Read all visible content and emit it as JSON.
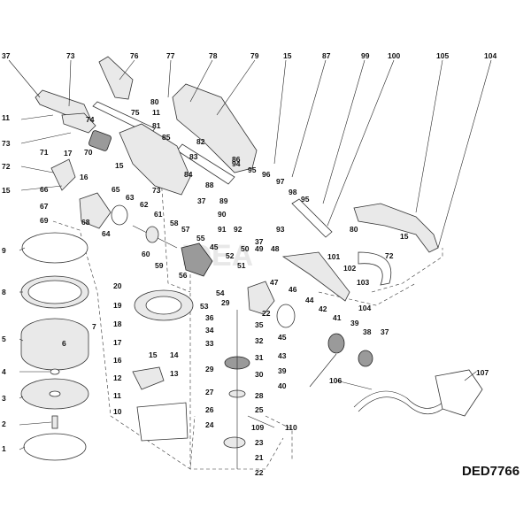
{
  "model_code": "DED7766",
  "watermark": "IDEA",
  "callouts": [
    {
      "id": "c37a",
      "text": "37"
    },
    {
      "id": "c73a",
      "text": "73"
    },
    {
      "id": "c76",
      "text": "76"
    },
    {
      "id": "c77",
      "text": "77"
    },
    {
      "id": "c78",
      "text": "78"
    },
    {
      "id": "c79",
      "text": "79"
    },
    {
      "id": "c15a",
      "text": "15"
    },
    {
      "id": "c87",
      "text": "87"
    },
    {
      "id": "c99",
      "text": "99"
    },
    {
      "id": "c100",
      "text": "100"
    },
    {
      "id": "c105",
      "text": "105"
    },
    {
      "id": "c104a",
      "text": "104"
    },
    {
      "id": "c80a",
      "text": "80"
    },
    {
      "id": "c11a",
      "text": "11"
    },
    {
      "id": "c75",
      "text": "75"
    },
    {
      "id": "c81",
      "text": "81"
    },
    {
      "id": "c11b",
      "text": "11"
    },
    {
      "id": "c74",
      "text": "74"
    },
    {
      "id": "c73b",
      "text": "73"
    },
    {
      "id": "c82",
      "text": "82"
    },
    {
      "id": "c85",
      "text": "85"
    },
    {
      "id": "c83",
      "text": "83"
    },
    {
      "id": "c86",
      "text": "86"
    },
    {
      "id": "c70",
      "text": "70"
    },
    {
      "id": "c71",
      "text": "71"
    },
    {
      "id": "c17a",
      "text": "17"
    },
    {
      "id": "c72a",
      "text": "72"
    },
    {
      "id": "c15b",
      "text": "15"
    },
    {
      "id": "c16a",
      "text": "16"
    },
    {
      "id": "c65",
      "text": "65"
    },
    {
      "id": "c66",
      "text": "66"
    },
    {
      "id": "c15c",
      "text": "15"
    },
    {
      "id": "c73c",
      "text": "73"
    },
    {
      "id": "c84",
      "text": "84"
    },
    {
      "id": "c94",
      "text": "94"
    },
    {
      "id": "c95a",
      "text": "95"
    },
    {
      "id": "c96",
      "text": "96"
    },
    {
      "id": "c97",
      "text": "97"
    },
    {
      "id": "c88",
      "text": "88"
    },
    {
      "id": "c98",
      "text": "98"
    },
    {
      "id": "c95b",
      "text": "95"
    },
    {
      "id": "c63",
      "text": "63"
    },
    {
      "id": "c37b",
      "text": "37"
    },
    {
      "id": "c89",
      "text": "89"
    },
    {
      "id": "c90",
      "text": "90"
    },
    {
      "id": "c67",
      "text": "67"
    },
    {
      "id": "c62",
      "text": "62"
    },
    {
      "id": "c69",
      "text": "69"
    },
    {
      "id": "c61",
      "text": "61"
    },
    {
      "id": "c91",
      "text": "91"
    },
    {
      "id": "c92",
      "text": "92"
    },
    {
      "id": "c93",
      "text": "93"
    },
    {
      "id": "c68",
      "text": "68"
    },
    {
      "id": "c58",
      "text": "58"
    },
    {
      "id": "c80b",
      "text": "80"
    },
    {
      "id": "c15d",
      "text": "15"
    },
    {
      "id": "c64",
      "text": "64"
    },
    {
      "id": "c57",
      "text": "57"
    },
    {
      "id": "c55",
      "text": "55"
    },
    {
      "id": "c45a",
      "text": "45"
    },
    {
      "id": "c37c",
      "text": "37"
    },
    {
      "id": "c9",
      "text": "9"
    },
    {
      "id": "c60",
      "text": "60"
    },
    {
      "id": "c52",
      "text": "52"
    },
    {
      "id": "c50",
      "text": "50"
    },
    {
      "id": "c49",
      "text": "49"
    },
    {
      "id": "c48",
      "text": "48"
    },
    {
      "id": "c101",
      "text": "101"
    },
    {
      "id": "c72b",
      "text": "72"
    },
    {
      "id": "c102",
      "text": "102"
    },
    {
      "id": "c59",
      "text": "59"
    },
    {
      "id": "c51",
      "text": "51"
    },
    {
      "id": "c103",
      "text": "103"
    },
    {
      "id": "c56",
      "text": "56"
    },
    {
      "id": "c8",
      "text": "8"
    },
    {
      "id": "c20",
      "text": "20"
    },
    {
      "id": "c54",
      "text": "54"
    },
    {
      "id": "c47",
      "text": "47"
    },
    {
      "id": "c46",
      "text": "46"
    },
    {
      "id": "c29a",
      "text": "29"
    },
    {
      "id": "c53",
      "text": "53"
    },
    {
      "id": "c19",
      "text": "19"
    },
    {
      "id": "c104b",
      "text": "104"
    },
    {
      "id": "c7",
      "text": "7"
    },
    {
      "id": "c44",
      "text": "44"
    },
    {
      "id": "c22a",
      "text": "22"
    },
    {
      "id": "c36",
      "text": "36"
    },
    {
      "id": "c42",
      "text": "42"
    },
    {
      "id": "c18",
      "text": "18"
    },
    {
      "id": "c35",
      "text": "35"
    },
    {
      "id": "c34",
      "text": "34"
    },
    {
      "id": "c41",
      "text": "41"
    },
    {
      "id": "c5",
      "text": "5"
    },
    {
      "id": "c45b",
      "text": "45"
    },
    {
      "id": "c39a",
      "text": "39"
    },
    {
      "id": "c6",
      "text": "6"
    },
    {
      "id": "c17b",
      "text": "17"
    },
    {
      "id": "c33",
      "text": "33"
    },
    {
      "id": "c32",
      "text": "32"
    },
    {
      "id": "c38",
      "text": "38"
    },
    {
      "id": "c37d",
      "text": "37"
    },
    {
      "id": "c15e",
      "text": "15"
    },
    {
      "id": "c43",
      "text": "43"
    },
    {
      "id": "c16b",
      "text": "16"
    },
    {
      "id": "c14",
      "text": "14"
    },
    {
      "id": "c31",
      "text": "31"
    },
    {
      "id": "c39b",
      "text": "39"
    },
    {
      "id": "c4",
      "text": "4"
    },
    {
      "id": "c12",
      "text": "12"
    },
    {
      "id": "c29b",
      "text": "29"
    },
    {
      "id": "c13",
      "text": "13"
    },
    {
      "id": "c30",
      "text": "30"
    },
    {
      "id": "c107",
      "text": "107"
    },
    {
      "id": "c40",
      "text": "40"
    },
    {
      "id": "c106",
      "text": "106"
    },
    {
      "id": "c3",
      "text": "3"
    },
    {
      "id": "c11c",
      "text": "11"
    },
    {
      "id": "c27",
      "text": "27"
    },
    {
      "id": "c28",
      "text": "28"
    },
    {
      "id": "c10",
      "text": "10"
    },
    {
      "id": "c26",
      "text": "26"
    },
    {
      "id": "c25",
      "text": "25"
    },
    {
      "id": "c2",
      "text": "2"
    },
    {
      "id": "c24",
      "text": "24"
    },
    {
      "id": "c109",
      "text": "109"
    },
    {
      "id": "c110",
      "text": "110"
    },
    {
      "id": "c23",
      "text": "23"
    },
    {
      "id": "c1",
      "text": "1"
    },
    {
      "id": "c21",
      "text": "21"
    },
    {
      "id": "c22b",
      "text": "22"
    }
  ]
}
